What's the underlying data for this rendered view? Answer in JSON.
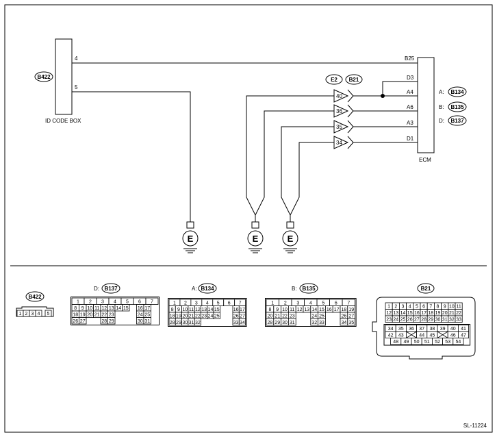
{
  "id_code_box": {
    "label": "ID CODE BOX",
    "connector": "B422",
    "pins": [
      "4",
      "5"
    ]
  },
  "ecm": {
    "label": "ECM",
    "pins": [
      "B25",
      "D3",
      "A4",
      "A6",
      "A3",
      "D1"
    ],
    "connector_legend": [
      {
        "prefix": "A:",
        "connector": "B134"
      },
      {
        "prefix": "B:",
        "connector": "B135"
      },
      {
        "prefix": "D:",
        "connector": "B137"
      }
    ]
  },
  "junction": {
    "connectors": [
      "E2",
      "B21"
    ],
    "pins": [
      "40",
      "36",
      "35",
      "34"
    ]
  },
  "ground_symbol": "E",
  "connectors": {
    "b422": {
      "title": "B422",
      "pins": [
        "1",
        "2",
        "3",
        "4",
        "5"
      ]
    },
    "b137": {
      "prefix": "D:",
      "title": "B137"
    },
    "b134": {
      "prefix": "A:",
      "title": "B134"
    },
    "b135": {
      "prefix": "B:",
      "title": "B135"
    },
    "b21": {
      "title": "B21"
    }
  },
  "figure_id": "SL-11224"
}
